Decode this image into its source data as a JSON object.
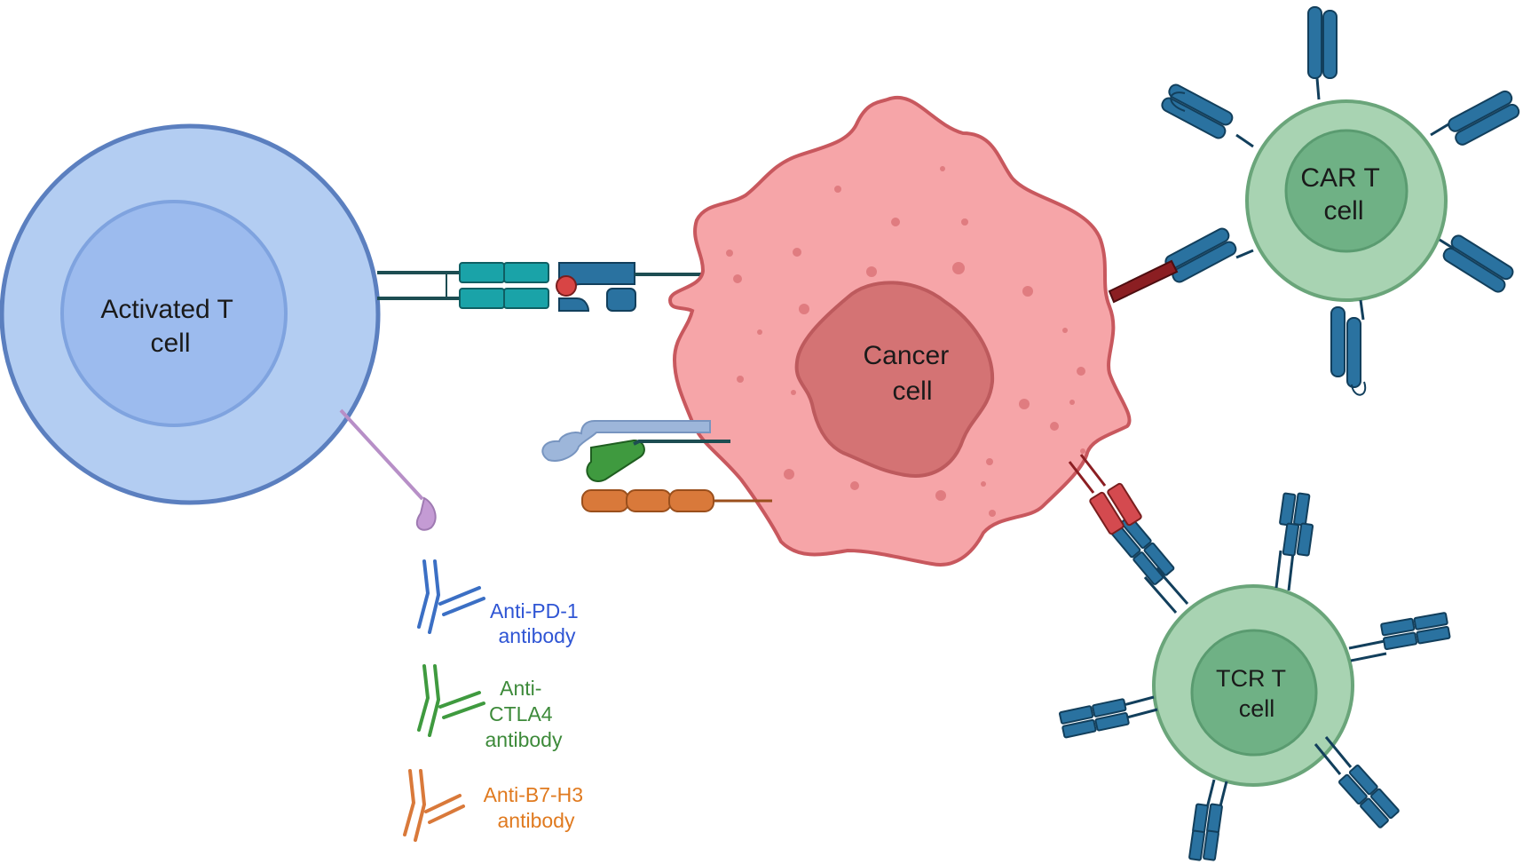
{
  "labels": {
    "activated_t_cell": [
      "Activated T",
      "cell"
    ],
    "cancer_cell": [
      "Cancer",
      "cell"
    ],
    "car_t_cell": [
      "CAR T",
      "cell"
    ],
    "tcr_t_cell": [
      "TCR T",
      "cell"
    ]
  },
  "legend": [
    {
      "lines": [
        "Anti-PD-1",
        "antibody"
      ],
      "color": "#2f55d4",
      "icon_color": "#3b6fc4"
    },
    {
      "lines": [
        "Anti-",
        "CTLA4",
        "antibody"
      ],
      "color": "#3d8a3a",
      "icon_color": "#3f9a3f"
    },
    {
      "lines": [
        "Anti-B7-H3",
        "antibody"
      ],
      "color": "#e07a1f",
      "icon_color": "#d9793a"
    }
  ],
  "colors": {
    "t_cell_outer": "#b3cdf2",
    "t_cell_border": "#5b7fbf",
    "t_cell_nucleus": "#9cbbee",
    "cancer_body": "#f6a5a8",
    "cancer_border": "#c8585e",
    "cancer_nucleus": "#d47374",
    "engineered_cell": "#a8d3b2",
    "engineered_border": "#6aa57a",
    "engineered_nucleus": "#6fb185",
    "receptor_blue": "#2a72a0",
    "receptor_teal": "#1aa3a8"
  }
}
